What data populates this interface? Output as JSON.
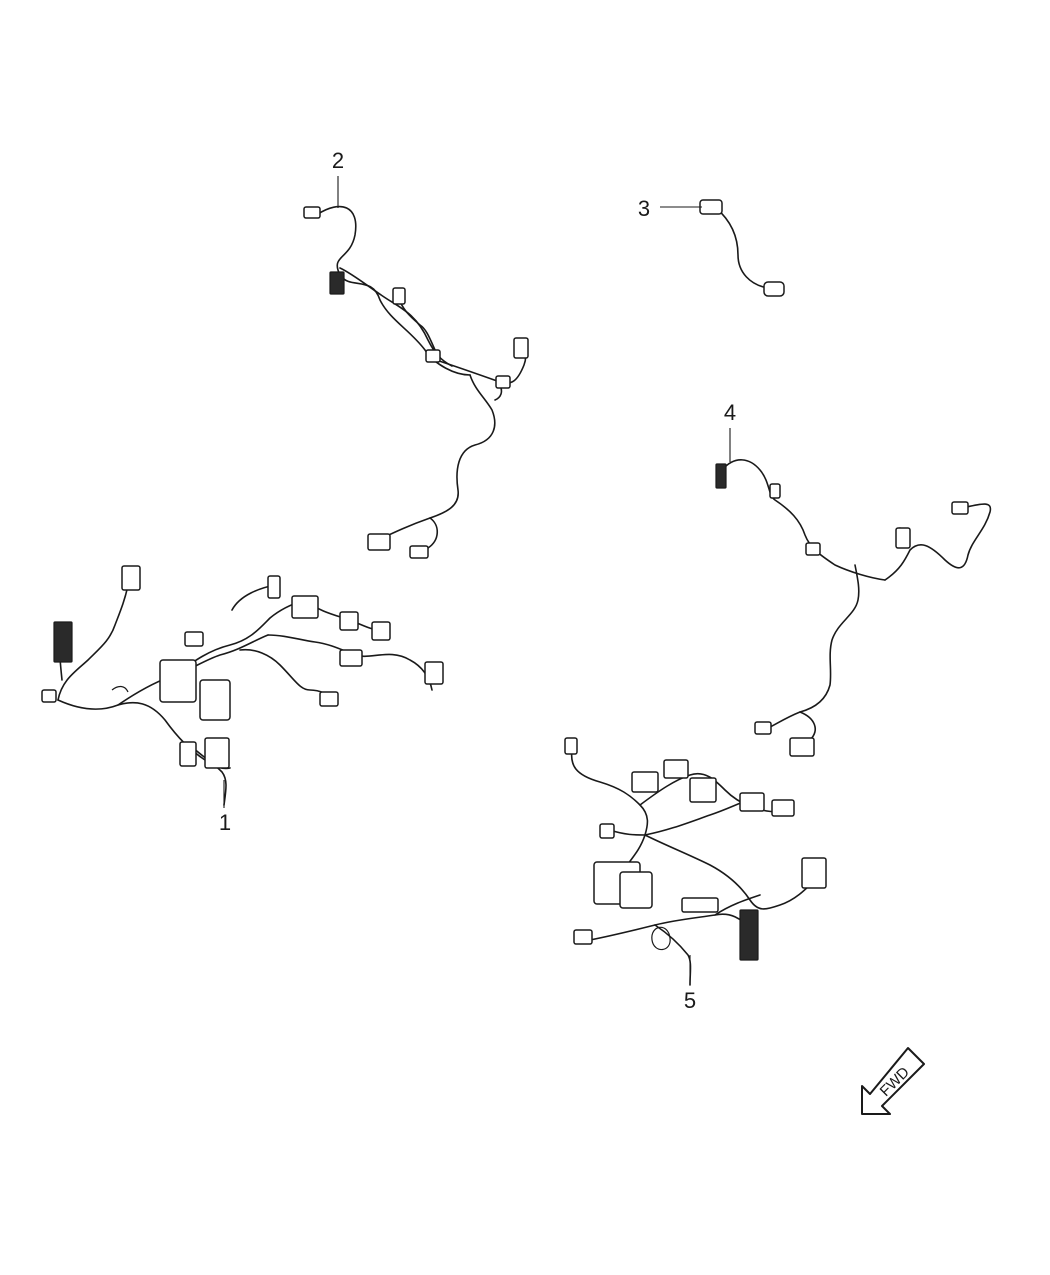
{
  "callouts": [
    {
      "id": "1",
      "label": "1"
    },
    {
      "id": "2",
      "label": "2"
    },
    {
      "id": "3",
      "label": "3"
    },
    {
      "id": "4",
      "label": "4"
    },
    {
      "id": "5",
      "label": "5"
    }
  ],
  "direction_indicator": {
    "label": "FWD"
  }
}
